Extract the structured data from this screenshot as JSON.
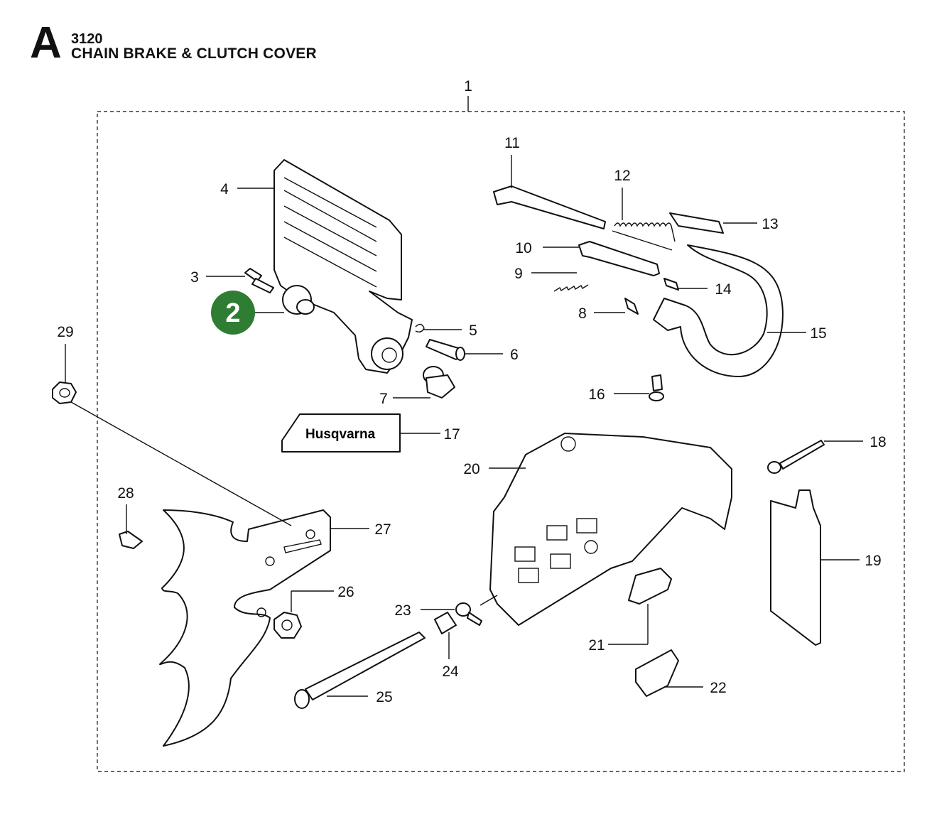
{
  "header": {
    "section_letter": "A",
    "section_code": "3120",
    "section_title": "CHAIN BRAKE & CLUTCH COVER"
  },
  "brand_label": "Husqvarna",
  "highlight": {
    "label": "2",
    "color": "#2e7d32"
  },
  "callouts": {
    "c1": "1",
    "c3": "3",
    "c4": "4",
    "c5": "5",
    "c6": "6",
    "c7": "7",
    "c8": "8",
    "c9": "9",
    "c10": "10",
    "c11": "11",
    "c12": "12",
    "c13": "13",
    "c14": "14",
    "c15": "15",
    "c16": "16",
    "c17": "17",
    "c18": "18",
    "c19": "19",
    "c20": "20",
    "c21": "21",
    "c22": "22",
    "c23": "23",
    "c24": "24",
    "c25": "25",
    "c26": "26",
    "c27": "27",
    "c28": "28",
    "c29": "29"
  }
}
